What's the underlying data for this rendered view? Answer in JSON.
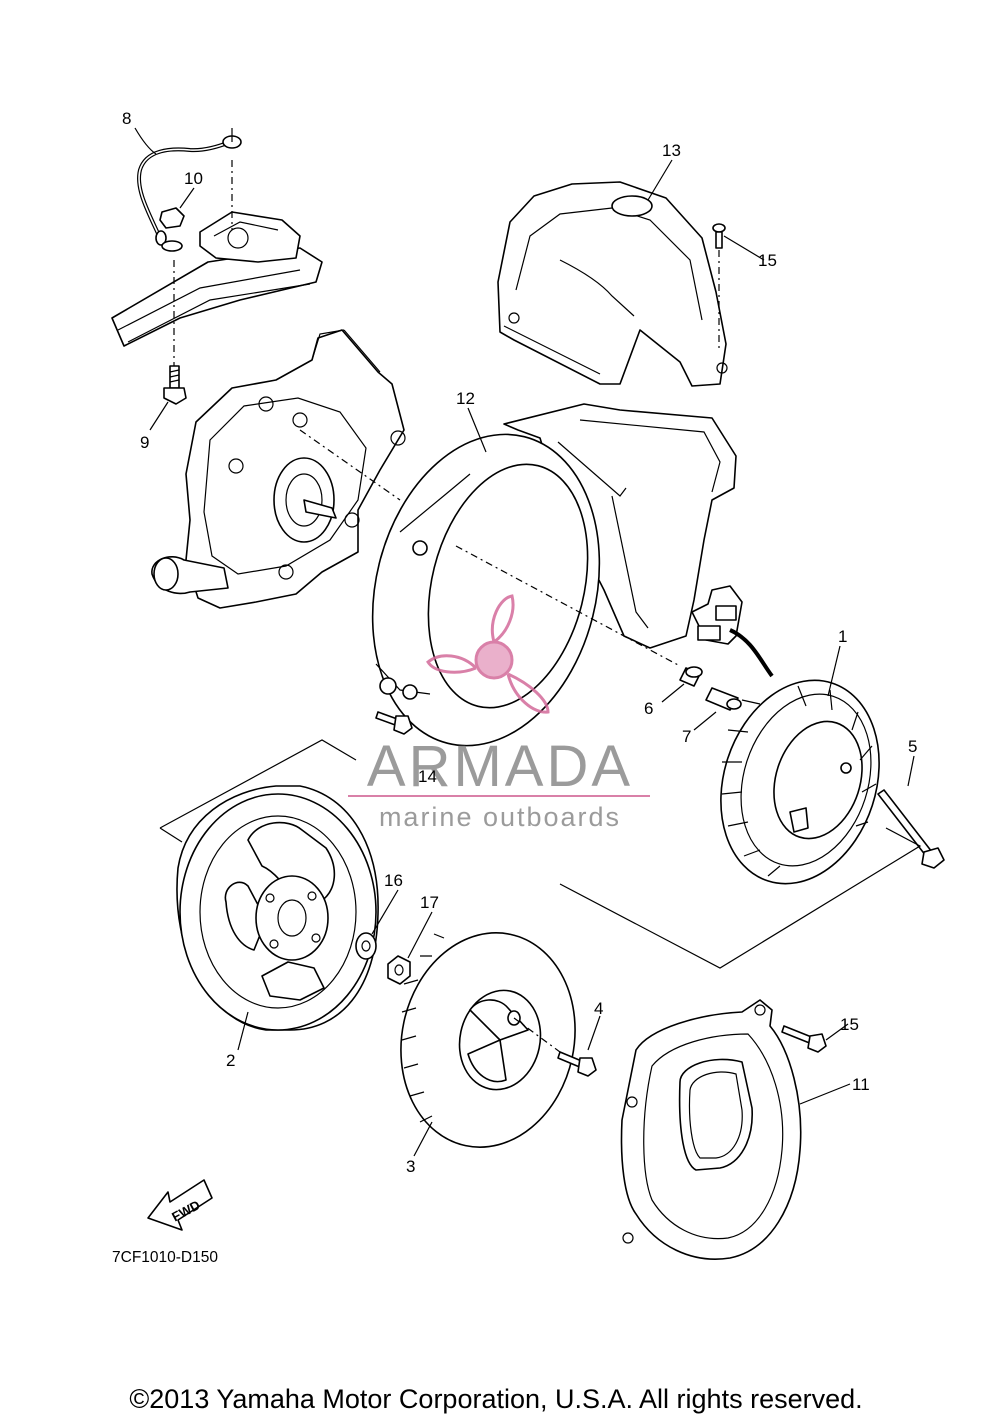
{
  "diagram": {
    "code": "7CF1010-D150",
    "fwd_label": "FWD",
    "callouts": [
      "1",
      "2",
      "3",
      "4",
      "5",
      "6",
      "7",
      "8",
      "9",
      "10",
      "11",
      "12",
      "13",
      "14",
      "15",
      "15",
      "16",
      "17"
    ]
  },
  "watermark": {
    "brand": "ARMADA",
    "tagline": "marine outboards",
    "icon": "propeller-logo-icon",
    "color": "#d36a9a"
  },
  "footer": {
    "copyright": "©2013 Yamaha Motor Corporation, U.S.A. All rights reserved."
  }
}
